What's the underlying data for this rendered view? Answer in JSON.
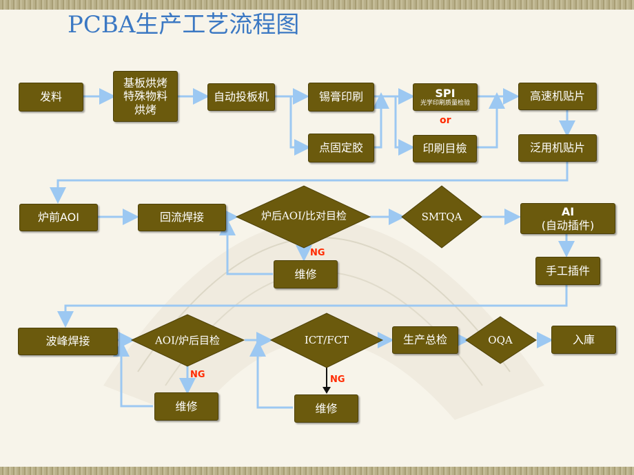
{
  "title": "PCBA生产工艺流程图",
  "nodes": {
    "fa_liao": "发料",
    "bake_l1": "基板烘烤",
    "bake_l2": "特殊物料",
    "bake_l3": "烘烤",
    "auto_loader": "自动投板机",
    "solder_print": "锡膏印刷",
    "spi": "SPI",
    "spi_sub": "光学印刷质量检验",
    "or": "or",
    "print_inspect": "印刷目檢",
    "dispense": "点固定胶",
    "high_speed": "高速机贴片",
    "general_mount": "泛用机贴片",
    "pre_aoi": "炉前AOI",
    "reflow": "回流焊接",
    "post_aoi": "炉后AOI/比对目检",
    "ng": "NG",
    "repair": "维修",
    "smtqa": "SMTQA",
    "ai_l1": "AI",
    "ai_l2": "(自动插件)",
    "manual_insert": "手工插件",
    "wave": "波峰焊接",
    "aoi_visual": "AOI/炉后目检",
    "ict_fct": "ICT/FCT",
    "final_check": "生产总检",
    "oqa": "OQA",
    "warehouse": "入庫"
  },
  "colors": {
    "box_fill": "#6b5a0d",
    "arrow": "#9cc8f2",
    "title": "#3b78c3",
    "ng": "#ff2a00"
  }
}
